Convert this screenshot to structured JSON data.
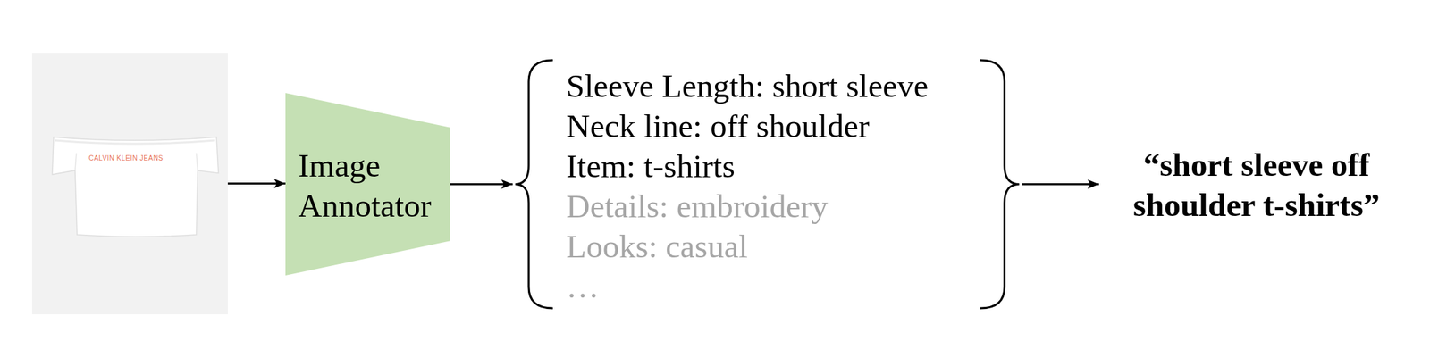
{
  "diagram": {
    "nodes": [
      {
        "text": [
          "CALVIN KLEIN JEANS"
        ]
      },
      {
        "text": [
          "Image Annotator"
        ]
      },
      {
        "text": [
          "Sleeve Length: short sleeve",
          "Neck line: off shoulder",
          "Item: t-shirts",
          "Details: embroidery",
          "Looks: casual",
          "…"
        ]
      },
      {
        "text": [
          "“short sleeve off shoulder t-shirts”"
        ]
      }
    ],
    "edges": [
      {
        "from": 0,
        "to": 1,
        "arrow": "to"
      },
      {
        "from": 1,
        "to": 2,
        "arrow": "to"
      },
      {
        "from": 2,
        "to": 3,
        "arrow": "to"
      }
    ]
  }
}
